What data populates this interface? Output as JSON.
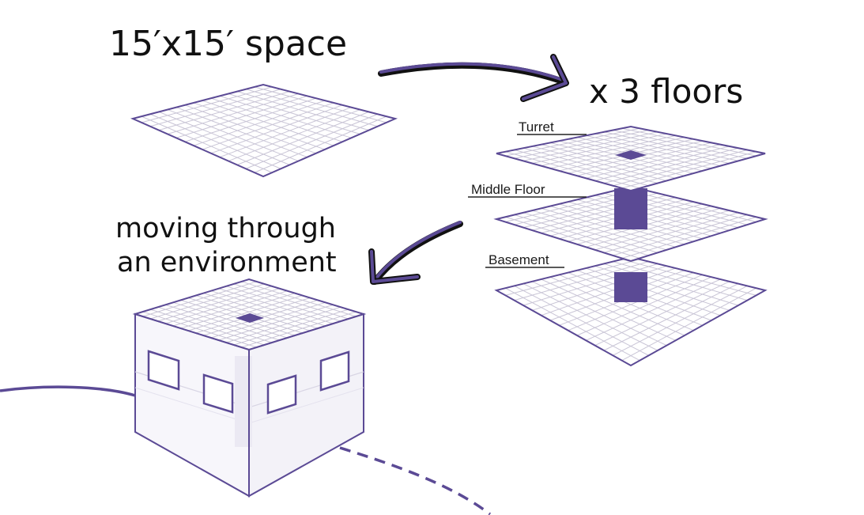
{
  "texts": {
    "space": "15′x15′ space",
    "floors": "x 3 floors",
    "moving_line1": "moving through",
    "moving_line2": "an environment"
  },
  "floor_labels": {
    "turret": "Turret",
    "middle": "Middle Floor",
    "basement": "Basement"
  },
  "colors": {
    "accent": "#5b4a95",
    "grid": "#c9c5d6",
    "text": "#111111"
  }
}
